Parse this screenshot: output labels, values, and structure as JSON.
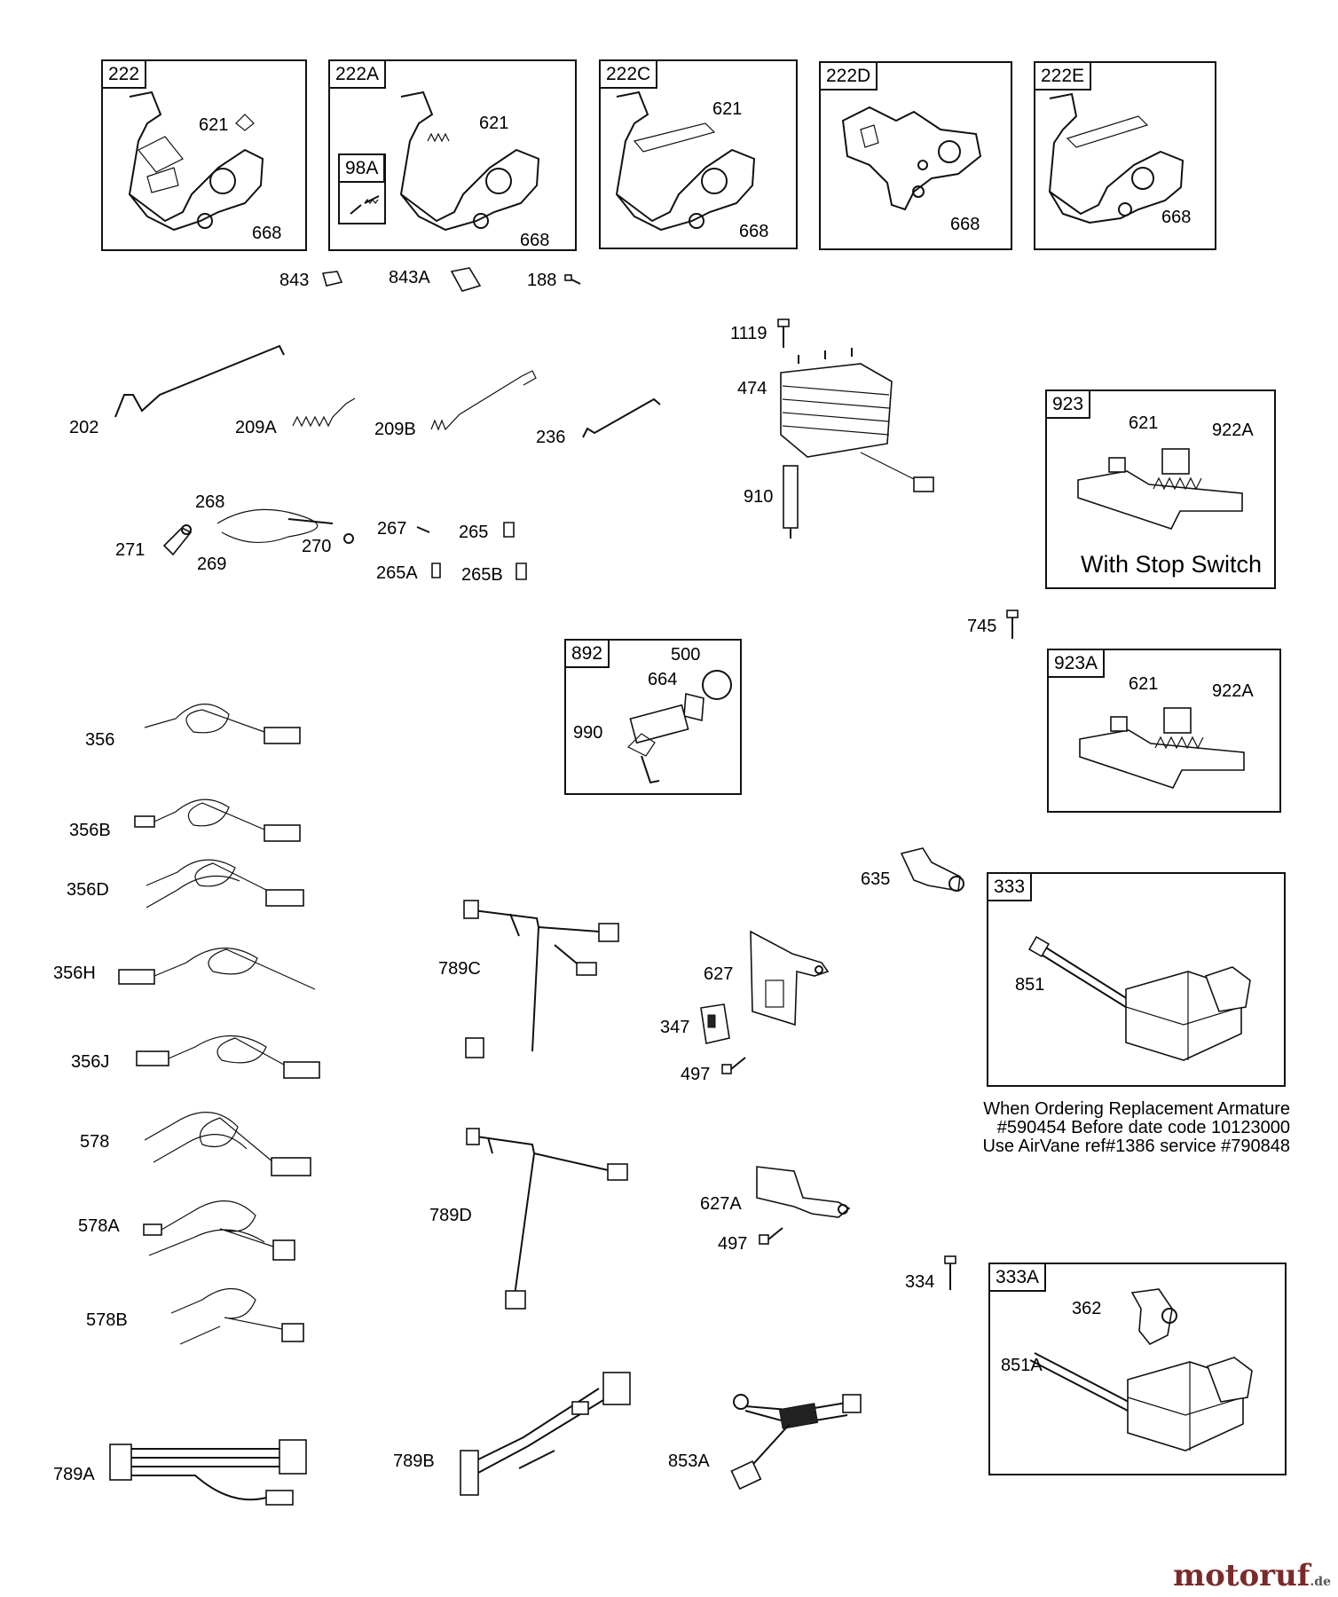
{
  "boxes": {
    "b222": "222",
    "b222a": "222A",
    "b98a": "98A",
    "b222c": "222C",
    "b222d": "222D",
    "b222e": "222E",
    "b923": "923",
    "b923a": "923A",
    "b892": "892",
    "b333": "333",
    "b333a": "333A"
  },
  "labels": {
    "l621_1": "621",
    "l668_1": "668",
    "l621_2": "621",
    "l668_2": "668",
    "l621_3": "621",
    "l668_3": "668",
    "l668_4": "668",
    "l668_5": "668",
    "l843": "843",
    "l843a": "843A",
    "l188": "188",
    "l1119": "1119",
    "l474": "474",
    "l910": "910",
    "l202": "202",
    "l209a": "209A",
    "l209b": "209B",
    "l236": "236",
    "l268": "268",
    "l271": "271",
    "l269": "269",
    "l270": "270",
    "l267": "267",
    "l265": "265",
    "l265a": "265A",
    "l265b": "265B",
    "l621_923": "621",
    "l922a_923": "922A",
    "l745": "745",
    "l621_923a": "621",
    "l922a_923a": "922A",
    "l500": "500",
    "l664": "664",
    "l990": "990",
    "l356": "356",
    "l356b": "356B",
    "l356d": "356D",
    "l356h": "356H",
    "l356j": "356J",
    "l578": "578",
    "l578a": "578A",
    "l578b": "578B",
    "l789a": "789A",
    "l789c": "789C",
    "l789d": "789D",
    "l789b": "789B",
    "l627": "627",
    "l347": "347",
    "l497_1": "497",
    "l627a": "627A",
    "l497_2": "497",
    "l853a": "853A",
    "l635": "635",
    "l851": "851",
    "l334": "334",
    "l362": "362",
    "l851a": "851A"
  },
  "notes": {
    "stop_switch": "With Stop Switch",
    "armature_line1": "When Ordering Replacement Armature",
    "armature_line2": "#590454 Before date code 10123000",
    "armature_line3": "Use AirVane ref#1386 service #790848"
  },
  "watermark": {
    "brand": "motoruf",
    "tld": ".de"
  }
}
